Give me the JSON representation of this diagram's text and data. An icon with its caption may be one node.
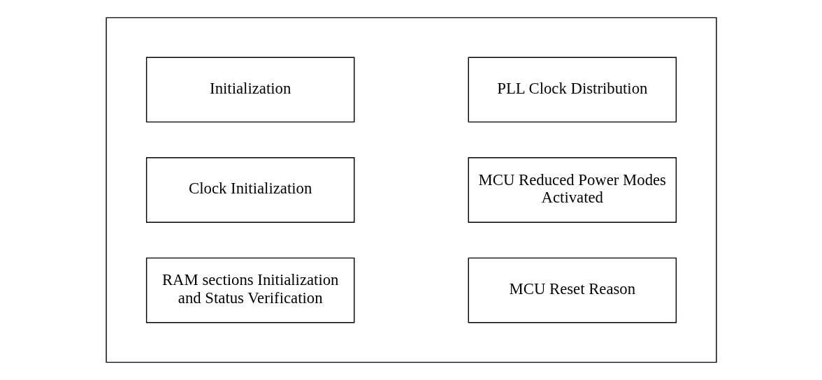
{
  "diagram": {
    "nodes": [
      {
        "text": [],
        "shape": "box"
      },
      {
        "text": [
          "Initialization"
        ],
        "in": 0
      },
      {
        "text": [
          "PLL Clock Distribution"
        ],
        "in": 0
      },
      {
        "text": [
          "Clock Initialization"
        ],
        "in": 0
      },
      {
        "text": [
          "MCU Reduced Power Modes Activated"
        ],
        "in": 0
      },
      {
        "text": [
          "RAM sections Initialization and Status Verification"
        ],
        "in": 0
      },
      {
        "text": [
          "MCU Reset Reason"
        ],
        "in": 0
      }
    ],
    "edges": []
  }
}
